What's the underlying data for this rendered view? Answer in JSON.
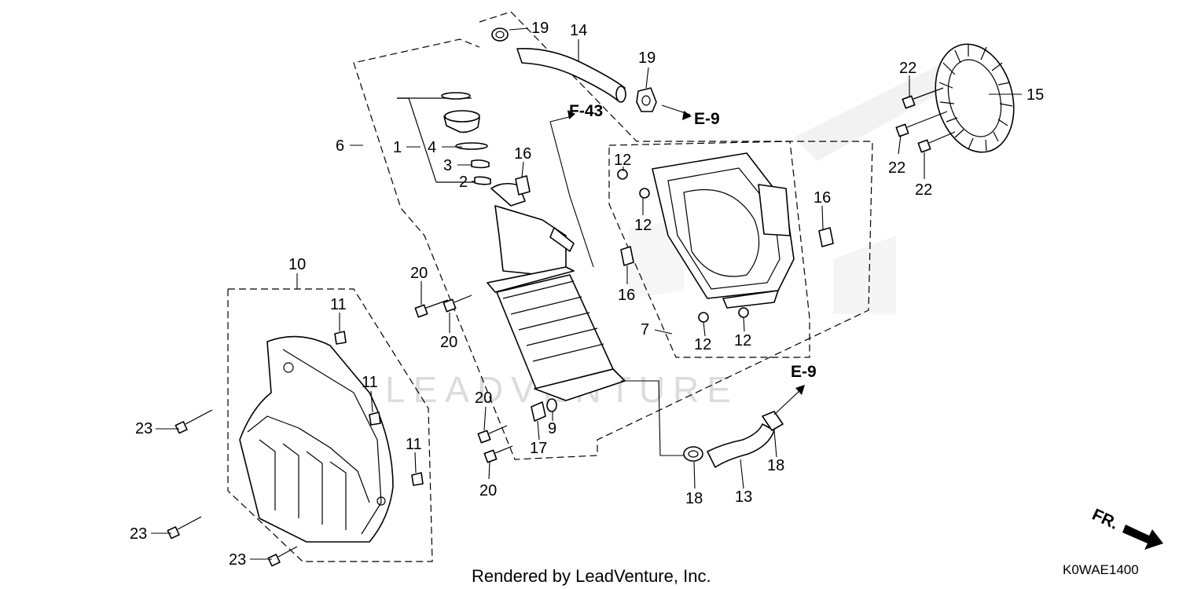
{
  "watermark": "LEADVENTURE",
  "credit": "Rendered by LeadVenture, Inc.",
  "diagram_code": "K0WAE1400",
  "direction_marker": "FR.",
  "references": [
    "F-43",
    "E-9",
    "E-9"
  ],
  "callouts": [
    "19",
    "14",
    "19",
    "22",
    "15",
    "22",
    "22",
    "6",
    "1",
    "4",
    "3",
    "2",
    "16",
    "12",
    "12",
    "16",
    "20",
    "20",
    "16",
    "7",
    "12",
    "12",
    "10",
    "11",
    "11",
    "11",
    "23",
    "23",
    "23",
    "20",
    "9",
    "17",
    "20",
    "E-9",
    "18",
    "18",
    "13"
  ]
}
